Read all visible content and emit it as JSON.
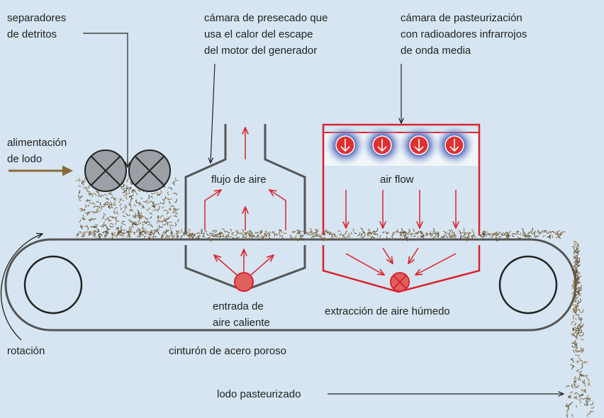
{
  "labels": {
    "separators_line1": "separadores",
    "separators_line2": "de detritos",
    "predry_line1": "cámara de presecado que",
    "predry_line2": "usa el calor del escape",
    "predry_line3": "del motor del generador",
    "pasteur_line1": "cámara de pasteurización",
    "pasteur_line2": "con radioadores infrarrojos",
    "pasteur_line3": "de onda media",
    "feed_line1": "alimentación",
    "feed_line2": "de lodo",
    "airflow_predry": "flujo de aire",
    "airflow_pasteur": "air flow",
    "hot_air_line1": "entrada de",
    "hot_air_line2": "aire caliente",
    "humid_air": "extracción de aire húmedo",
    "rotation": "rotación",
    "belt": "cinturón de acero poroso",
    "output": "lodo pasteurizado"
  },
  "colors": {
    "background": "#d6e5f1",
    "outline": "#555555",
    "heat_red": "#d9232e",
    "heater_glow": "#2a3f9a",
    "sludge": "#8a6a3a",
    "feed_arrow": "#8a6a3a",
    "roller_fill": "#9aa0a5"
  }
}
